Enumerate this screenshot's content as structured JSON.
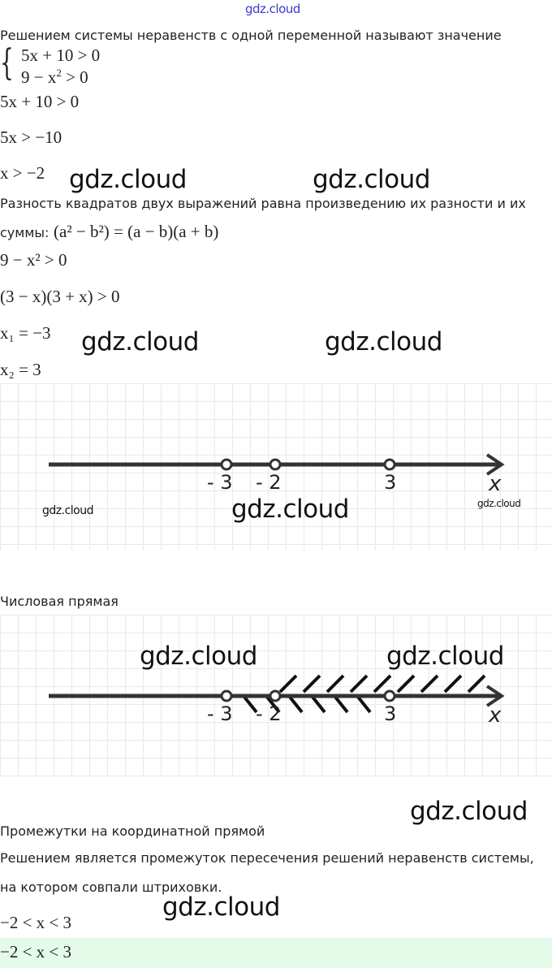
{
  "watermark": "gdz.cloud",
  "intro_text": "Решением системы неравенств с одной переменной называют значение",
  "system": {
    "line1": "5x + 10 > 0",
    "line2_base": "9 − x",
    "line2_exp": "2",
    "line2_rest": " > 0"
  },
  "steps1": [
    "5x + 10 > 0",
    "5x > −10",
    "x > −2"
  ],
  "diff_squares_text_1": "Разность квадратов двух выражений равна произведению их разности и их",
  "diff_squares_text_2": "суммы:",
  "diff_squares_formula": "(a² − b²) = (a − b)(a + b)",
  "steps2": [
    "9 − x² > 0",
    "(3 − x)(3 + x) > 0",
    "x₁ = −3",
    "x₂ = 3"
  ],
  "number_line": {
    "points": [
      "- 3",
      "- 2",
      "3"
    ],
    "axis_label": "x"
  },
  "caption1": "Числовая прямая",
  "caption2": "Промежутки на координатной прямой",
  "conclusion_1": "Решением является промежуток пересечения решений неравенств системы,",
  "conclusion_2": "на котором совпали штриховки.",
  "result": "−2 < x < 3",
  "answer": "−2 < x < 3",
  "colors": {
    "answer_bg": "#e4fbe9",
    "top_watermark": "#3a3ad0"
  }
}
